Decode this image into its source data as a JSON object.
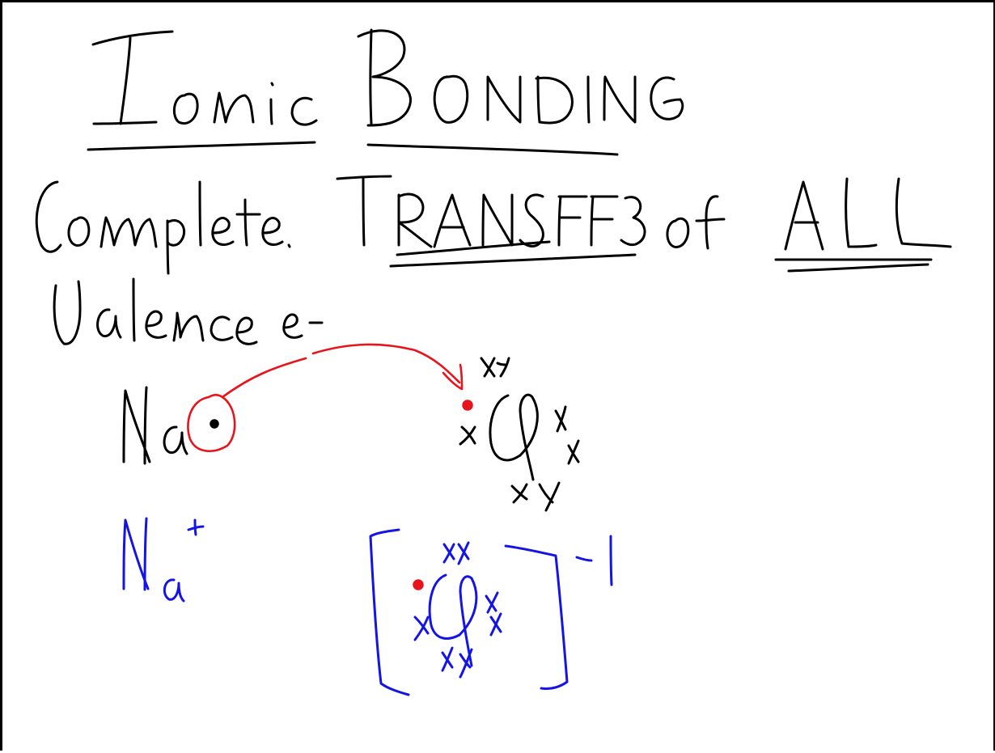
{
  "note": {
    "title_word_1": "Ionic",
    "title_word_2": "BONDING",
    "line_1": "Complete TRANSFER of ALL",
    "line_2": "Valence e-",
    "atom_left": "Na",
    "atom_right": "Cl",
    "ion_left": "Na+",
    "ion_right": "[Cl]-1"
  },
  "colors": {
    "ink": "#000000",
    "red_ink": "#e8141c",
    "blue_ink": "#1414e6",
    "paper": "#ffffff"
  }
}
